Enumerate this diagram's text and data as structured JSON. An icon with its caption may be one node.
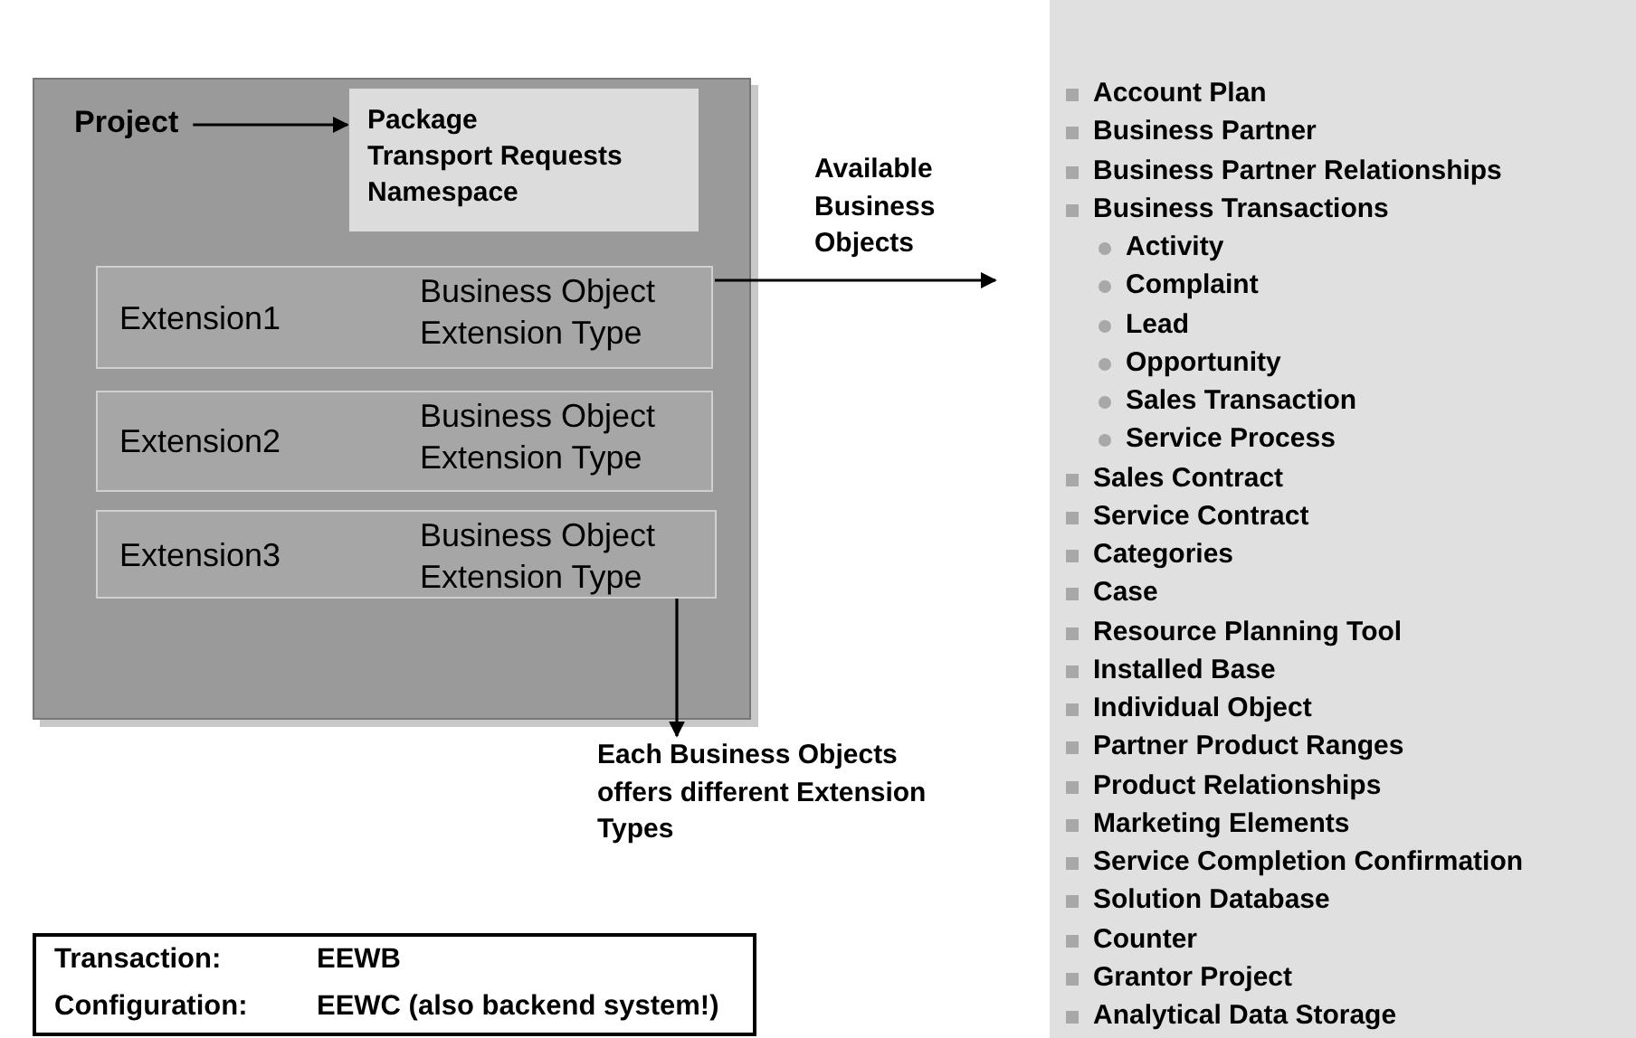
{
  "diagram": {
    "nodes": [
      {
        "text": [],
        "shape": "box"
      },
      {
        "text": [
          "Project"
        ],
        "in": 0
      },
      {
        "text": [
          "Package",
          "Transport Requests",
          "Namespace"
        ],
        "in": 0
      },
      {
        "text": [
          "Extension1",
          "Business Object Extension Type"
        ],
        "in": 0
      },
      {
        "text": [
          "Extension2",
          "Business Object Extension Type"
        ],
        "in": 0
      },
      {
        "text": [
          "Extension3",
          "Business Object Extension Type"
        ],
        "in": 0
      },
      {
        "text": [
          "Account Plan",
          "Business Partner",
          "Business Partner Relationships",
          "Business Transactions",
          "Activity",
          "Complaint",
          "Lead",
          "Opportunity",
          "Sales Transaction",
          "Service Process",
          "Sales Contract",
          "Service Contract",
          "Categories",
          "Case",
          "Resource Planning Tool",
          "Installed Base",
          "Individual Object",
          "Partner Product Ranges",
          "Product Relationships",
          "Marketing Elements",
          "Service Completion Confirmation",
          "Solution Database",
          "Counter",
          "Grantor Project",
          "Analytical Data Storage"
        ]
      },
      {
        "text": [
          "Each Business Objects offers different Extension Types"
        ]
      },
      {
        "text": [
          "Transaction:",
          "EEWB",
          "Configuration:",
          "EEWC (also backend system!)"
        ]
      }
    ],
    "edges": [
      {
        "from": 1,
        "to": 2,
        "arrow": "to"
      },
      {
        "from": 3,
        "to": 6,
        "label": "Available Business Objects",
        "arrow": "to"
      },
      {
        "from": 5,
        "to": 7,
        "arrow": "to"
      }
    ]
  }
}
